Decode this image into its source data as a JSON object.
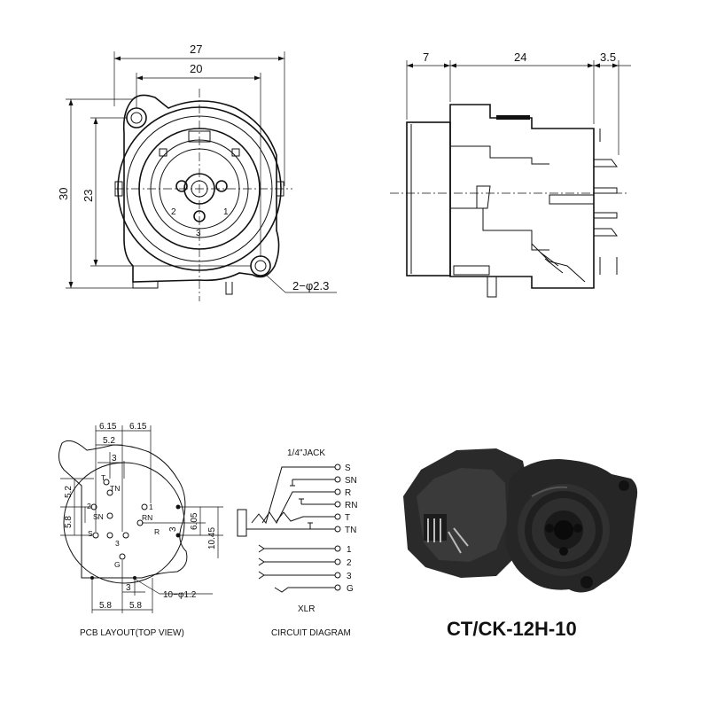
{
  "front_view": {
    "dims": {
      "width_outer": "27",
      "width_inner": "20",
      "height_outer": "30",
      "height_inner": "23",
      "hole": "2−φ2.3"
    },
    "pins": {
      "p1": "1",
      "p2": "2",
      "p3": "3"
    }
  },
  "side_view": {
    "dims": {
      "front": "7",
      "body": "24",
      "pins": "3.5"
    }
  },
  "pcb_layout": {
    "dims": {
      "d_615a": "6.15",
      "d_615b": "6.15",
      "d_52": "5.2",
      "d_3a": "3",
      "d_52v": "5.2",
      "d_58v": "5.8",
      "d_3v": "3",
      "d_605": "6.05",
      "d_1045": "10.45",
      "d_3b": "3",
      "d_58a": "5.8",
      "d_58b": "5.8",
      "hole": "10−φ1.2"
    },
    "pins": {
      "T": "T",
      "TN": "TN",
      "S2": "2",
      "SN": "SN",
      "S": "S",
      "p1": "1",
      "RN": "RN",
      "R": "R",
      "p3": "3",
      "G": "G"
    },
    "caption": "PCB LAYOUT(TOP VIEW)"
  },
  "circuit": {
    "jack_title": "1/4\"JACK",
    "jack_pins": [
      "S",
      "SN",
      "R",
      "RN",
      "T",
      "TN"
    ],
    "xlr_pins": [
      "1",
      "2",
      "3",
      "G"
    ],
    "xlr_label": "XLR",
    "caption": "CIRCUIT DIAGRAM"
  },
  "photo": {
    "alt": "connector product photo"
  },
  "model": "CT/CK-12H-10"
}
